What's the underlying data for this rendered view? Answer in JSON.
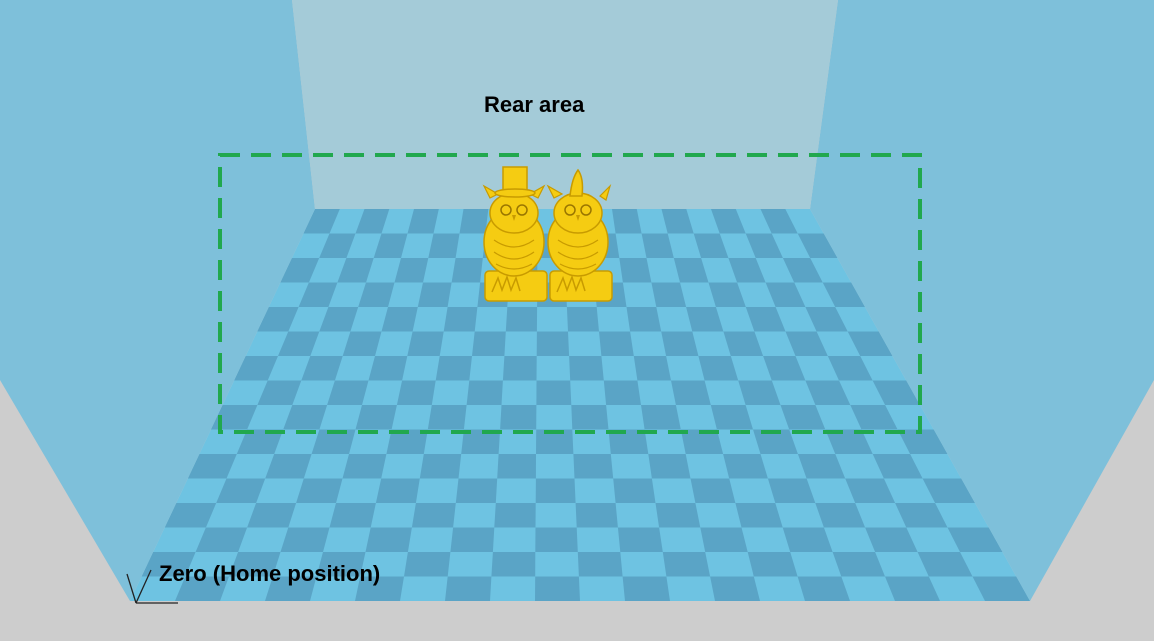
{
  "viewport": {
    "rear_label": "Rear area",
    "zero_label": "Zero (Home position)"
  },
  "colors": {
    "background": "#cdcdcd",
    "side_wall": "#7ec0da",
    "back_wall": "#a4cbd8",
    "bed_light": "#6ec3e2",
    "bed_dark": "#5aa4c6",
    "rear_area_outline": "#21a84e",
    "model": "#f5cc12",
    "model_shade": "#c89b00"
  },
  "icons": {
    "axis": "axis-origin-icon",
    "model_left": "owl-top-hat-model",
    "model_right": "owl-feather-model"
  }
}
